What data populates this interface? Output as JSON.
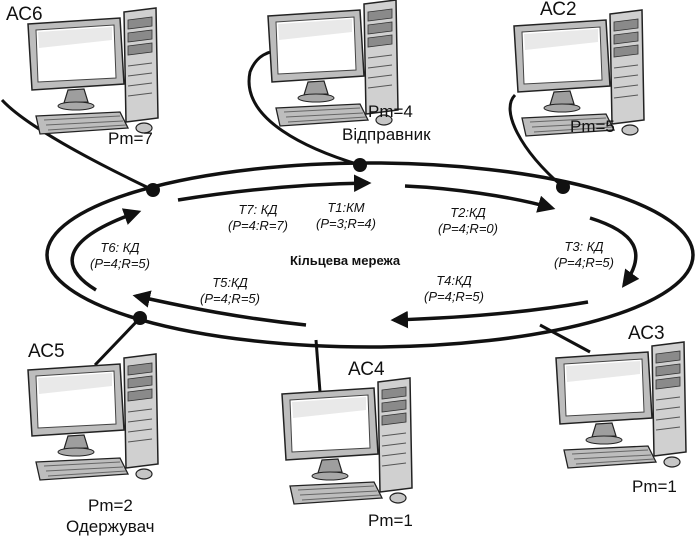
{
  "network_title": "Кільцева мережа",
  "stations": {
    "ac6": {
      "name": "АС6",
      "pm": "Pm=7"
    },
    "ac4_top": {
      "pm": "Pm=4",
      "role": "Відправник"
    },
    "ac2": {
      "name": "АС2",
      "pm": "Pm=5"
    },
    "ac5": {
      "name": "АС5",
      "pm": "Pm=2",
      "role": "Одержувач"
    },
    "ac4": {
      "name": "АС4",
      "pm": "Pm=1"
    },
    "ac3": {
      "name": "АС3",
      "pm": "Pm=1"
    }
  },
  "tokens": {
    "t1": {
      "title": "T1:КМ",
      "params": "(P=3;R=4)"
    },
    "t2": {
      "title": "T2:КД",
      "params": "(P=4;R=0)"
    },
    "t3": {
      "title": "T3: КД",
      "params": "(P=4;R=5)"
    },
    "t4": {
      "title": "T4:КД",
      "params": "(P=4;R=5)"
    },
    "t5": {
      "title": "T5:КД",
      "params": "(P=4;R=5)"
    },
    "t6": {
      "title": "T6: КД",
      "params": "(P=4;R=5)"
    },
    "t7": {
      "title": "T7: КД",
      "params": "(P=4:R=7)"
    }
  },
  "colors": {
    "line": "#111111",
    "monitor": "#cfcfcf",
    "screen": "#ffffff",
    "tower": "#d9d9d9"
  }
}
